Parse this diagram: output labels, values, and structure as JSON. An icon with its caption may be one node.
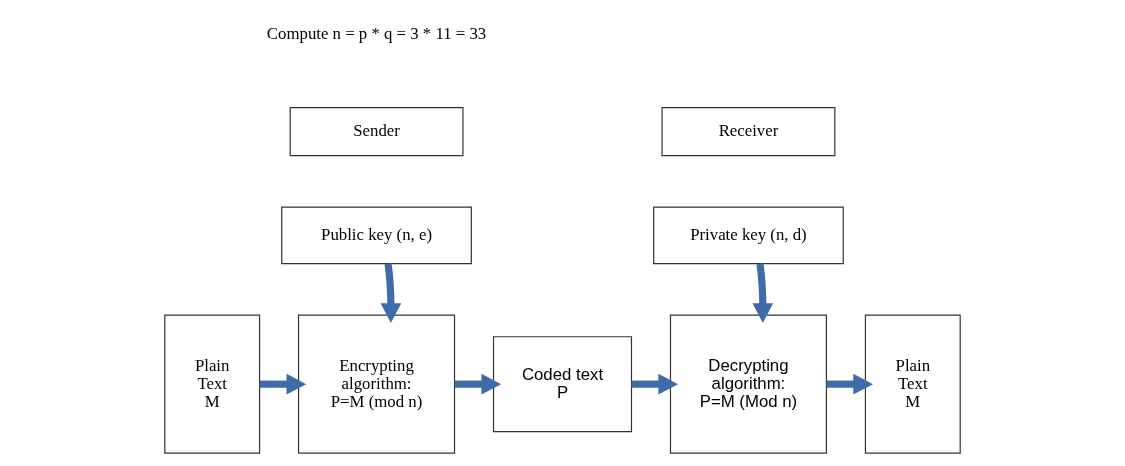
{
  "diagram": {
    "nodes": [
      {
        "text": [
          "Sender"
        ]
      },
      {
        "text": [
          "Receiver"
        ]
      },
      {
        "text": [
          "Public key (n, e)"
        ]
      },
      {
        "text": [
          "Private key (n, d)"
        ]
      },
      {
        "text": [
          "Plain Text M"
        ]
      },
      {
        "text": [
          "Encrypting algorithm: P=M (mod n)"
        ]
      },
      {
        "text": [
          "Coded text P"
        ]
      },
      {
        "text": [
          "Decrypting algorithm: P=M (Mod n)"
        ]
      },
      {
        "text": [
          "Plain Text M"
        ]
      }
    ],
    "edges": [
      {
        "from": 2,
        "to": 5,
        "arrow": "to"
      },
      {
        "from": 3,
        "to": 7,
        "arrow": "to"
      },
      {
        "from": 4,
        "to": 5,
        "arrow": "to"
      },
      {
        "from": 5,
        "to": 6,
        "arrow": "to"
      },
      {
        "from": 6,
        "to": 7,
        "arrow": "to"
      },
      {
        "from": 7,
        "to": 8,
        "arrow": "to"
      }
    ],
    "labels": [
      "Compute n = p * q = 3 * 11 = 33"
    ]
  }
}
